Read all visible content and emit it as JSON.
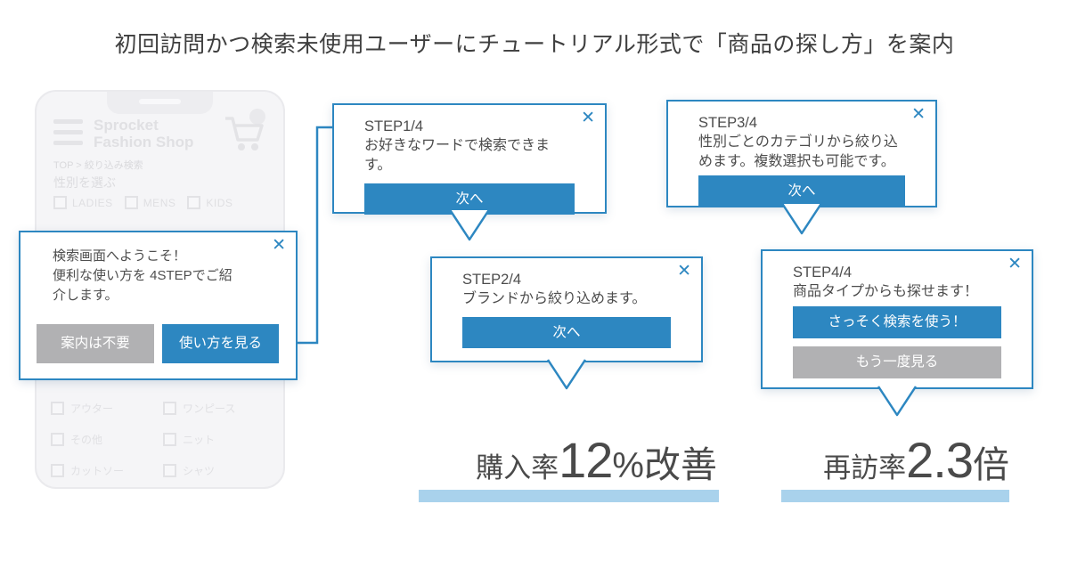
{
  "title": "初回訪問かつ検索未使用ユーザーにチュートリアル形式で「商品の探し方」を案内",
  "colors": {
    "primary_blue": "#2d87c1",
    "light_blue_bar": "#a9d2ec",
    "gray_button": "#b1b1b3",
    "text_dark": "#4a4a4a"
  },
  "phone": {
    "shop_name_line1": "Sprocket",
    "shop_name_line2": "Fashion Shop",
    "breadcrumb": "TOP > 絞り込み検索",
    "section_label": "性別を選ぶ",
    "gender_options": [
      "LADIES",
      "MENS",
      "KIDS"
    ],
    "category_rows": [
      {
        "left": "アウター",
        "right": "ワンピース"
      },
      {
        "left": "その他",
        "right": "ニット"
      },
      {
        "left": "カットソー",
        "right": "シャツ"
      }
    ]
  },
  "welcome_popup": {
    "close_icon": "✕",
    "message_lines": [
      "検索画面へようこそ！",
      "便利な使い方を 4STEPでご紹",
      "介します。"
    ],
    "decline_button": "案内は不要",
    "accept_button": "使い方を見る"
  },
  "steps": [
    {
      "title": "STEP1/4",
      "close_icon": "✕",
      "body_lines": [
        "お好きなワードで検索できます。"
      ],
      "primary_button": "次へ"
    },
    {
      "title": "STEP2/4",
      "close_icon": "✕",
      "body_lines": [
        "ブランドから絞り込めます。"
      ],
      "primary_button": "次へ"
    },
    {
      "title": "STEP3/4",
      "close_icon": "✕",
      "body_lines": [
        "性別ごとのカテゴリから絞り込",
        "めます。複数選択も可能です。"
      ],
      "primary_button": "次へ"
    },
    {
      "title": "STEP4/4",
      "close_icon": "✕",
      "body_lines": [
        "商品タイプからも探せます！"
      ],
      "primary_button": "さっそく検索を使う！",
      "secondary_button": "もう一度見る"
    }
  ],
  "metrics": [
    {
      "prefix": "購入率",
      "value": "12",
      "unit": "%",
      "suffix": "改善"
    },
    {
      "prefix": "再訪率",
      "value": "2.3",
      "unit": "",
      "suffix": "倍"
    }
  ]
}
